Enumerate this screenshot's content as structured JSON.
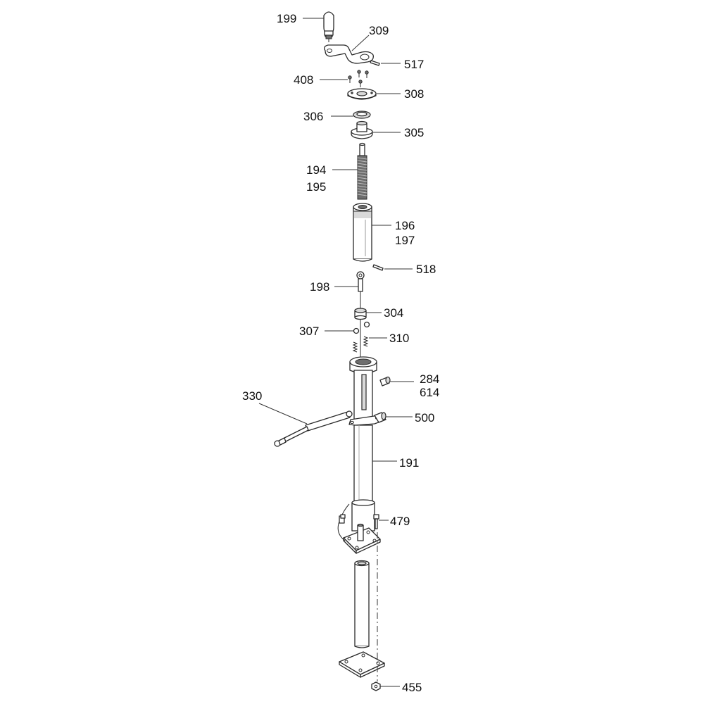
{
  "callouts": [
    {
      "id": "c199",
      "text": "199"
    },
    {
      "id": "c309",
      "text": "309"
    },
    {
      "id": "c517",
      "text": "517"
    },
    {
      "id": "c408",
      "text": "408"
    },
    {
      "id": "c308",
      "text": "308"
    },
    {
      "id": "c306",
      "text": "306"
    },
    {
      "id": "c305",
      "text": "305"
    },
    {
      "id": "c194",
      "text": "194"
    },
    {
      "id": "c195",
      "text": "195"
    },
    {
      "id": "c196",
      "text": "196"
    },
    {
      "id": "c197",
      "text": "197"
    },
    {
      "id": "c518",
      "text": "518"
    },
    {
      "id": "c198",
      "text": "198"
    },
    {
      "id": "c304",
      "text": "304"
    },
    {
      "id": "c307",
      "text": "307"
    },
    {
      "id": "c310",
      "text": "310"
    },
    {
      "id": "c284",
      "text": "284"
    },
    {
      "id": "c614",
      "text": "614"
    },
    {
      "id": "c330",
      "text": "330"
    },
    {
      "id": "c500",
      "text": "500"
    },
    {
      "id": "c191",
      "text": "191"
    },
    {
      "id": "c479",
      "text": "479"
    },
    {
      "id": "c455",
      "text": "455"
    }
  ]
}
